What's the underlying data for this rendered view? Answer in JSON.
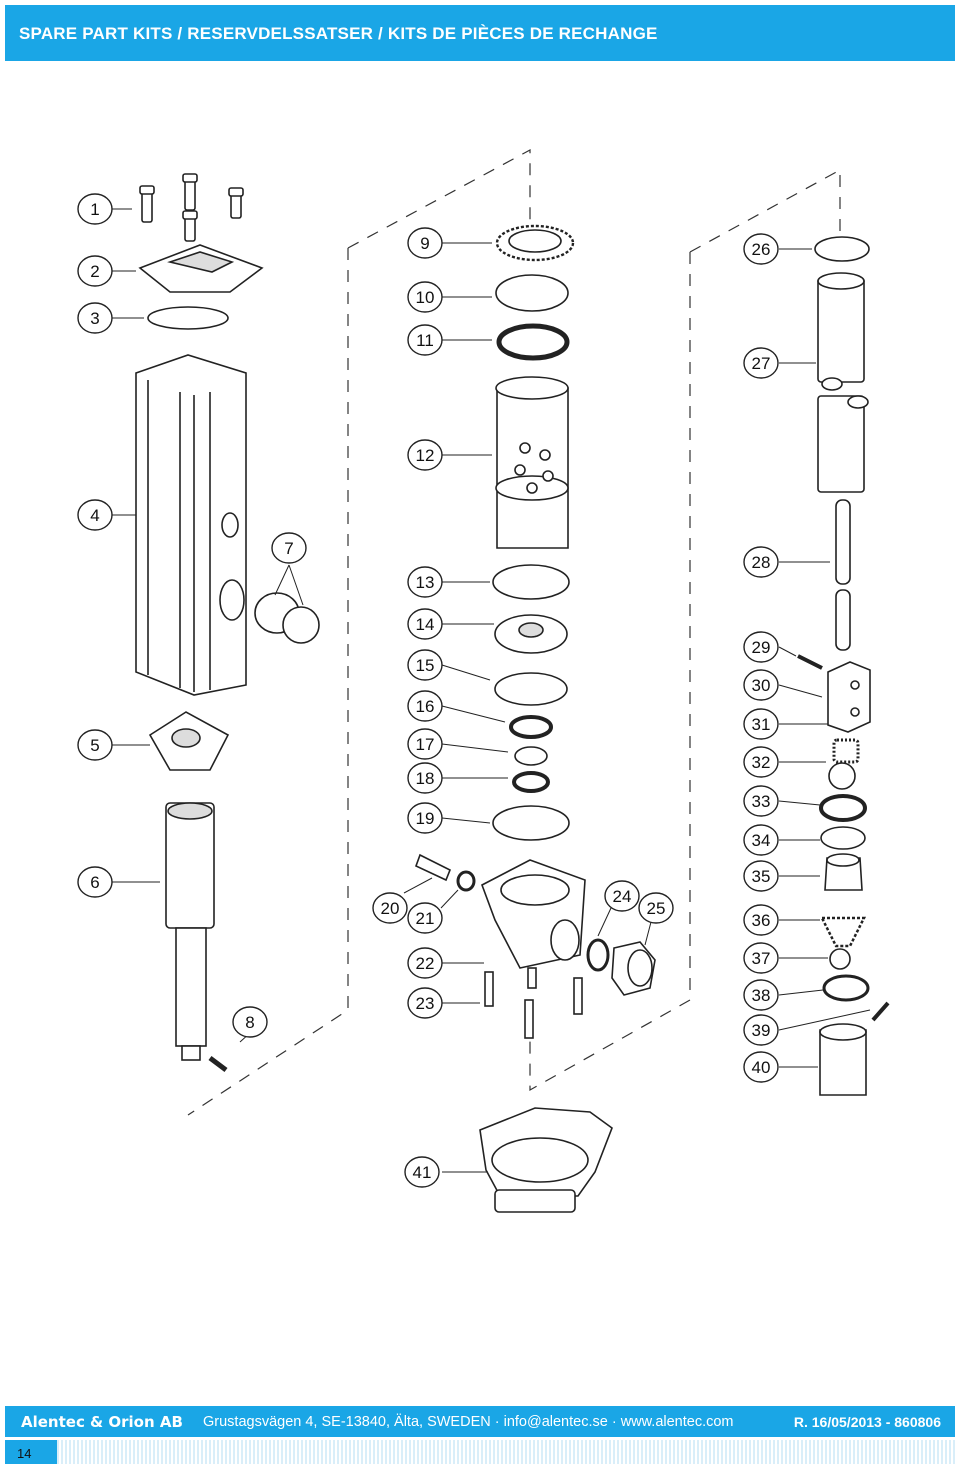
{
  "header": {
    "title": "SPARE PART KITS / RESERVDELSSATSER  / KITS DE PIÈCES DE RECHANGE"
  },
  "callouts": [
    "1",
    "2",
    "3",
    "4",
    "5",
    "6",
    "7",
    "8",
    "9",
    "10",
    "11",
    "12",
    "13",
    "14",
    "15",
    "16",
    "17",
    "18",
    "19",
    "20",
    "21",
    "22",
    "23",
    "24",
    "25",
    "26",
    "27",
    "28",
    "29",
    "30",
    "31",
    "32",
    "33",
    "34",
    "35",
    "36",
    "37",
    "38",
    "39",
    "40",
    "41"
  ],
  "footer": {
    "company": "Alentec & Orion AB",
    "address": "Grustagsvägen 4, SE-13840, Älta, SWEDEN · info@alentec.se · www.alentec.com",
    "revision": "R. 16/05/2013 - 860806",
    "page_number": "14"
  },
  "colors": {
    "accent": "#1aa6e6",
    "line": "#222222"
  }
}
